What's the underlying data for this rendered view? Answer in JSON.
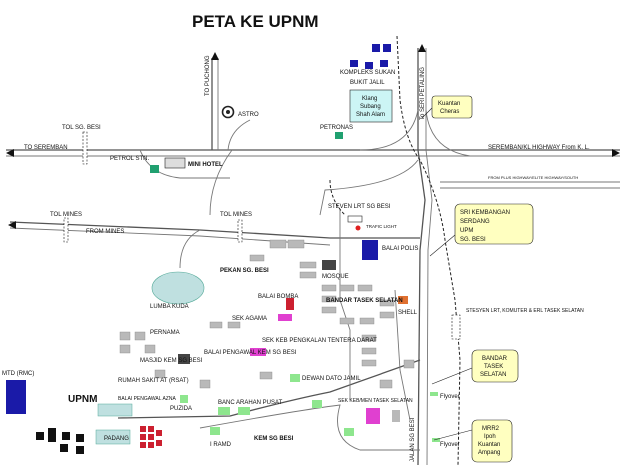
{
  "title": "PETA KE UPNM",
  "labels": {
    "kompleks_sukan": "KOMPLEKS SUKAN",
    "bukit_jalil": "BUKIT JALIL",
    "astro": "ASTRO",
    "to_puchong": "TO PUCHONG",
    "to_seri_petaling": "To SERI PETALING",
    "tol_sg_besi": "TOL SG. BESI",
    "to_seremban": "TO SEREMBAN",
    "petrol_stn": "PETROL STN.",
    "mini_hotel": "MINI HOTEL",
    "petronas": "PETRONAS",
    "seremban_kl_highway": "SEREMBAN/KL HIGHWAY  From K. L.",
    "from_elite": "FROM PLUS HIGHWAY/ELITE HIGHWAY/SOUTH",
    "steven_lrt": "STEVEN LRT SG BESI",
    "tol_mines_left": "TOL MINES",
    "tol_mines_mid": "TOL MINES",
    "from_mines": "FROM MINES",
    "traffic_light": "TRAFIC LIGHT",
    "balai_polis": "BALAI POLIS",
    "pekan_sg_besi": "PEKAN SG. BESI",
    "mosque": "MOSQUE",
    "lumba_kuda": "LUMBA KUDA",
    "balai_bomba": "BALAI BOMBA",
    "sek_agama": "SEK AGAMA",
    "bandar_tasek_selatan_area": "BANDAR TASEK SELATAN",
    "shell": "SHELL",
    "steven_lrt_komuter": "STESYEN LRT, KOMUTER & ERL TASEK SELATAN",
    "pernama": "PERNAMA",
    "masjid_kem": "MASJID KEM SG BESI",
    "balai_pengawal": "BALAI PENGAWAL KEM SG BESI",
    "sek_pengkalan": "SEK KEB PENGKALAN TENTERA DARAT",
    "mtd": "MTD (RMC)",
    "rumah_sakit": "RUMAH SAKIT AT (RSAT)",
    "dewan_dato": "DEWAN DATO JAMIL",
    "upnm": "UPNM",
    "balai_pengawal_azna": "BALAI PENGAWAL AZNA",
    "puzida": "PUZIDA",
    "bangunan_pusat": "BANC ARAHAN PUSAT",
    "sek_keb": "SEK KEB/MEN TASEK SELATAN",
    "padang": "PADANG",
    "i_ramd": "I RAMD",
    "kem_sg_besi": "KEM SG BESI",
    "flyover_1": "Flyover",
    "flyover_2": "Flyover",
    "jalan_sg_besi": "JALAN SG BESI"
  },
  "callouts": {
    "klang": [
      "Klang",
      "Subang",
      "Shah Alam"
    ],
    "kuantan": [
      "Kuantan",
      "Cheras"
    ],
    "kembangan": [
      "SRI KEMBANGAN",
      "SERDANG",
      "UPM",
      "SG. BESI"
    ],
    "bandar_tasek": [
      "BANDAR",
      "TASEK",
      "SELATAN"
    ],
    "mrr2": [
      "MRR2",
      "Ipoh",
      "Kuantan",
      "Ampang"
    ]
  },
  "colors": {
    "callout_yellow": "#ffffc0",
    "callout_cyan": "#ccf5f5",
    "navy": "#1a1aa8",
    "magenta": "#e040d0",
    "green": "#8ee68e",
    "teal": "#20a070",
    "red": "#e02020",
    "crimson": "#cc2030",
    "grey": "#b9b9b9"
  }
}
